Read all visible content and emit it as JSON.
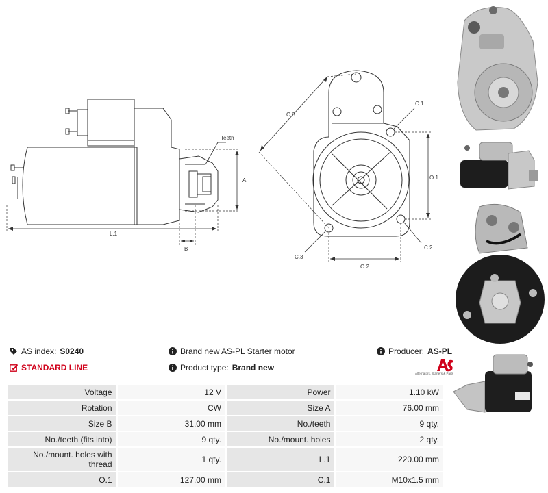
{
  "diagram": {
    "labels": {
      "teeth": "Teeth",
      "a": "A",
      "b": "B",
      "l1": "L.1",
      "o1": "O.1",
      "o2": "O.2",
      "o3": "O.3",
      "c1": "C.1",
      "c2": "C.2",
      "c3": "C.3"
    }
  },
  "info": {
    "as_index_label": "AS index:",
    "as_index_value": "S0240",
    "description": "Brand new AS-PL Starter motor",
    "producer_label": "Producer:",
    "producer_value": "AS-PL",
    "line": "STANDARD LINE",
    "product_type_label": "Product type:",
    "product_type_value": "Brand new",
    "logo_tagline": "Alternators, Starters & Parts"
  },
  "specs": [
    {
      "k1": "Voltage",
      "v1": "12 V",
      "k2": "Power",
      "v2": "1.10 kW"
    },
    {
      "k1": "Rotation",
      "v1": "CW",
      "k2": "Size A",
      "v2": "76.00 mm"
    },
    {
      "k1": "Size B",
      "v1": "31.00 mm",
      "k2": "No./teeth",
      "v2": "9 qty."
    },
    {
      "k1": "No./teeth (fits into)",
      "v1": "9 qty.",
      "k2": "No./mount. holes",
      "v2": "2 qty."
    },
    {
      "k1": "No./mount. holes with thread",
      "v1": "1 qty.",
      "k2": "L.1",
      "v2": "220.00 mm"
    },
    {
      "k1": "O.1",
      "v1": "127.00 mm",
      "k2": "C.1",
      "v2": "M10x1.5 mm"
    }
  ],
  "colors": {
    "accent_red": "#d0021b",
    "key_cell": "#e6e6e6",
    "value_cell": "#f7f7f7"
  }
}
